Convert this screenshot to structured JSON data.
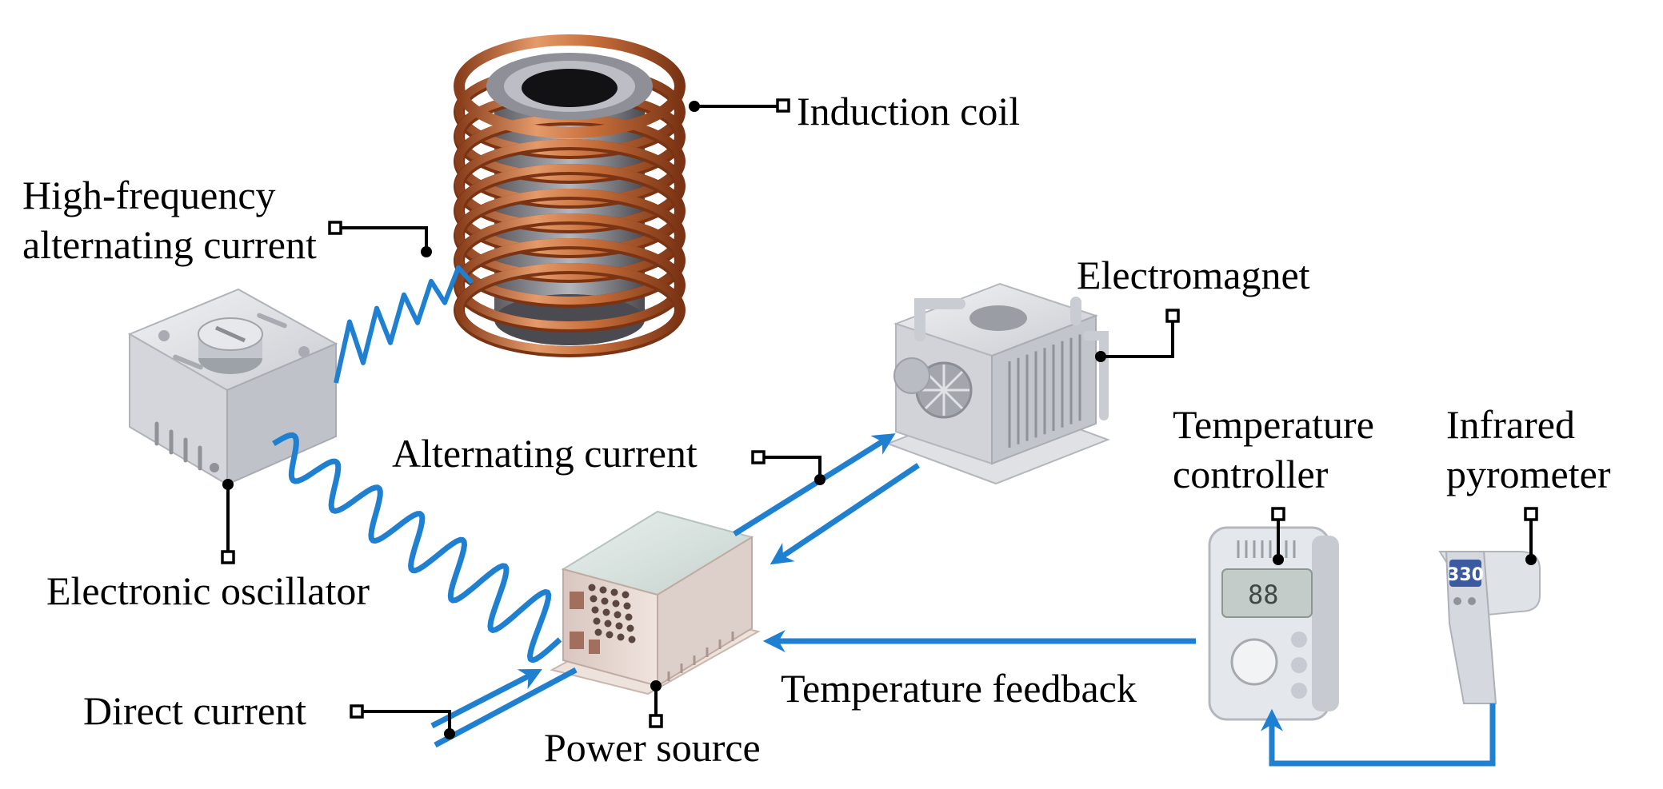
{
  "labels": {
    "induction_coil": "Induction coil",
    "hf_current_line1": "High-frequency",
    "hf_current_line2": "alternating current",
    "electromagnet": "Electromagnet",
    "temperature_controller_line1": "Temperature",
    "temperature_controller_line2": "controller",
    "infrared_pyrometer_line1": "Infrared",
    "infrared_pyrometer_line2": "pyrometer",
    "alternating_current": "Alternating current",
    "electronic_oscillator": "Electronic oscillator",
    "temperature_feedback": "Temperature feedback",
    "direct_current": "Direct current",
    "power_source": "Power source"
  },
  "device_displays": {
    "pyrometer_reading": "330",
    "controller_reading": "88"
  },
  "colors": {
    "arrow_blue": "#1f7fd0",
    "leader_black": "#000000",
    "copper": "#c8703c",
    "device_gray": "#d6d9de"
  }
}
